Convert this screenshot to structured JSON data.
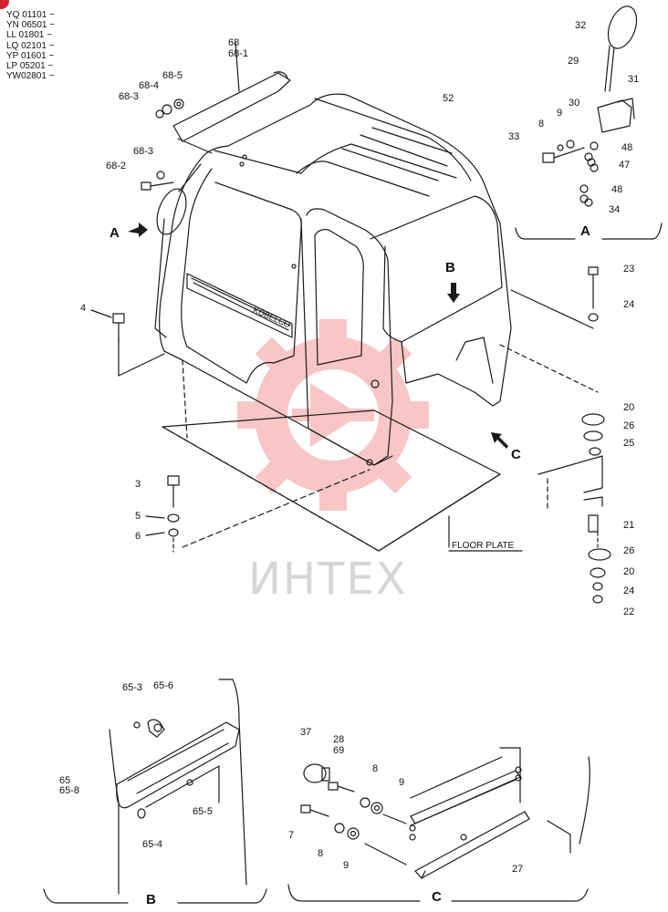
{
  "serials": [
    "YQ 01101 ~",
    "YN 06501 ~",
    "LL 01801 ~",
    "LQ 02101 ~",
    "YP 01601 ~",
    "LP 05201 ~",
    "YW02801 ~"
  ],
  "watermark": "ИНТЕХ",
  "brand_text": "KOBELCO",
  "floor_plate_label": "FLOOR PLATE",
  "view_labels": {
    "a_main": "A",
    "b_main": "B",
    "c_main": "C",
    "a_detail": "A",
    "b_detail": "B",
    "c_detail": "C"
  },
  "callouts": {
    "p68": "68",
    "p68_1": "68-1",
    "p68_3a": "68-3",
    "p68_4": "68-4",
    "p68_5": "68-5",
    "p68_3b": "68-3",
    "p68_2": "68-2",
    "p52": "52",
    "p4": "4",
    "p3": "3",
    "p5": "5",
    "p6": "6",
    "p32": "32",
    "p29": "29",
    "p31": "31",
    "p30": "30",
    "p8a": "8",
    "p9a": "9",
    "p33": "33",
    "p48a": "48",
    "p47": "47",
    "p48b": "48",
    "p34": "34",
    "p23": "23",
    "p24a": "24",
    "p20a": "20",
    "p26a": "26",
    "p25": "25",
    "p21": "21",
    "p26b": "26",
    "p20b": "20",
    "p24b": "24",
    "p22": "22",
    "p65_3": "65-3",
    "p65_6": "65-6",
    "p65": "65",
    "p65_8": "65-8",
    "p65_5": "65-5",
    "p65_4": "65-4",
    "p37": "37",
    "p28": "28",
    "p69": "69",
    "p8b": "8",
    "p9b": "9",
    "p7": "7",
    "p8c": "8",
    "p9c": "9",
    "p27": "27"
  },
  "colors": {
    "line": "#1a1a1a",
    "watermark": "#f08c8c",
    "badge": "#d42030"
  }
}
